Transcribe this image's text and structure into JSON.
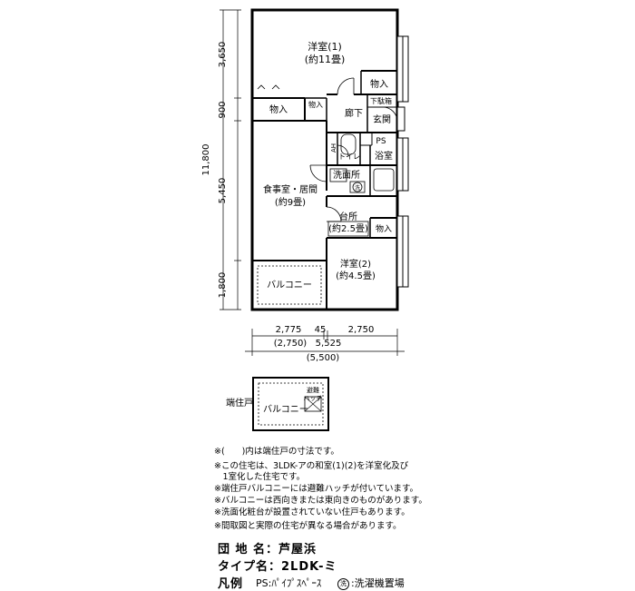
{
  "rooms": {
    "western1": "洋室(1)",
    "western1_area": "(約11畳)",
    "storage_top": "物入",
    "storage_mid": "物入",
    "storage_small": "物入",
    "shoe_box": "下駄箱",
    "entrance": "玄関",
    "hallway": "廊下",
    "ps": "PS",
    "ah": "AH",
    "toilet": "トイレ",
    "bath": "浴室",
    "washroom": "洗面所",
    "wash_mark": "洗",
    "living": "食事室・居間",
    "living_area": "(約9畳)",
    "kitchen": "台所",
    "kitchen_area": "(約2.5畳)",
    "storage_w2": "物入",
    "western2": "洋室(2)",
    "western2_area": "(約4.5畳)",
    "balcony": "バルコニー"
  },
  "dimensions": {
    "v_total": "11,800",
    "v_seg1": "3,650",
    "v_seg2": "900",
    "v_seg3": "5,450",
    "v_seg4": "1,800",
    "h_left": "2,775",
    "h_mid": "45",
    "h_right": "2,750",
    "h_left_alt": "(2,750)",
    "h_total": "5,525",
    "h_total_alt": "(5,500)"
  },
  "end_unit": {
    "label": "端住戸",
    "balcony": "バルコニー",
    "hatch": "避難\nハッチ"
  },
  "notes": [
    "※(　　)内は端住戸の寸法です。",
    "※この住宅は、3LDK-アの和室(1)(2)を洋室化及び",
    "　1室化した住宅です。",
    "※端住戸バルコニーには避難ハッチが付いています。",
    "※バルコニーは西向きまたは東向きのものがあります。",
    "※洗面化粧台が設置されていない住戸もあります。",
    "※間取図と実際の住宅が異なる場合があります。"
  ],
  "meta": {
    "danchi": "団 地 名：芦屋浜",
    "type": "タイプ名：2LDK-ミ",
    "legend_title": "凡例",
    "legend_ps": "PS:ﾊﾟｲﾌﾟｽﾍﾟｰｽ",
    "legend_wash_icon": "洗",
    "legend_wash": ":洗濯機置場"
  }
}
